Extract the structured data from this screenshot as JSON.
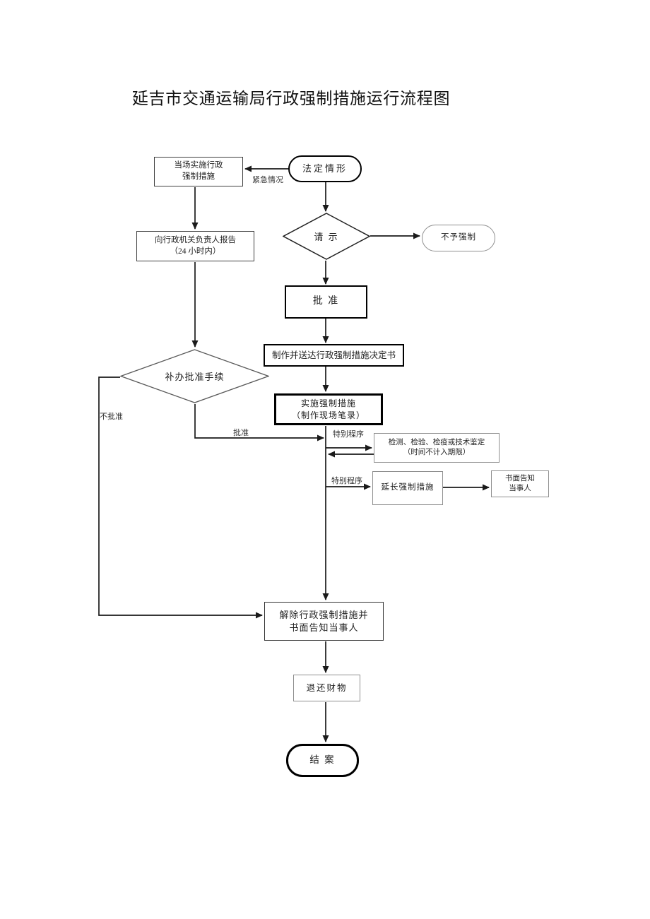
{
  "title": "延吉市交通运输局行政强制措施运行流程图",
  "colors": {
    "line": "#1a1a1a",
    "text": "#1f1f1f",
    "border_strong": "#000000",
    "border_light": "#8f8f8f"
  },
  "flowchart": {
    "nodes": {
      "onsite": {
        "line1": "当场实施行政",
        "line2": "强制措施"
      },
      "legal": {
        "label": "法定情形"
      },
      "report": {
        "line1": "向行政机关负责人报告",
        "line2": "（24 小时内）"
      },
      "request": {
        "label": "请 示"
      },
      "no_enforce": {
        "label": "不予强制"
      },
      "approve": {
        "label": "批 准"
      },
      "deliver": {
        "label": "制作并送达行政强制措施决定书"
      },
      "implement": {
        "line1": "实施强制措施",
        "line2": "（制作现场笔录）"
      },
      "makeup": {
        "label": "补办批准手续"
      },
      "inspect": {
        "line1": "检测、检验、检疫或技术鉴定",
        "line2": "（时间不计入期限）"
      },
      "extend": {
        "label": "延长强制措施"
      },
      "notify": {
        "line1": "书面告知",
        "line2": "当事人"
      },
      "release": {
        "line1": "解除行政强制措施并",
        "line2": "书面告知当事人"
      },
      "refund": {
        "label": "退还财物"
      },
      "close": {
        "label": "结 案"
      }
    },
    "edge_labels": {
      "emergency": "紧急情况",
      "special_1": "特别程序",
      "special_2": "特别程序",
      "approved": "批准",
      "not_approved": "不批准"
    }
  }
}
